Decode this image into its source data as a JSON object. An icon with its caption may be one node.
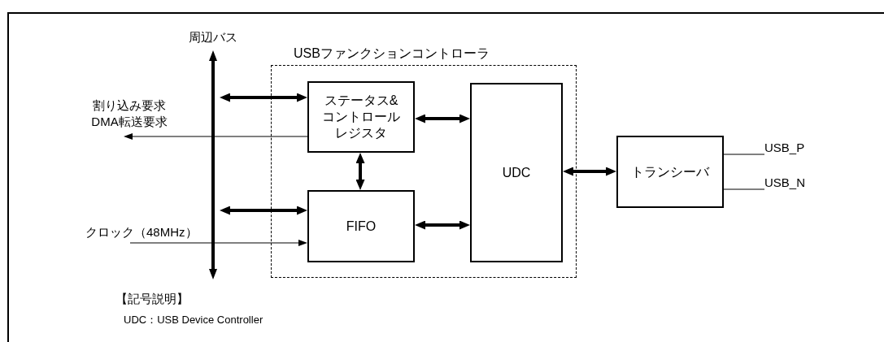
{
  "diagram": {
    "nodes": [
      {
        "text": [
          "周辺バス"
        ]
      },
      {
        "text": [
          "USBファンクションコントローラ"
        ]
      },
      {
        "text": [
          "ステータス&コントロールレジスタ"
        ],
        "in": 1
      },
      {
        "text": [
          "FIFO"
        ],
        "in": 1
      },
      {
        "text": [
          "UDC"
        ],
        "in": 1
      },
      {
        "text": [
          "トランシーバ"
        ]
      }
    ],
    "edges": [
      {
        "from": 0,
        "to": 2,
        "arrow": "both"
      },
      {
        "from": 2,
        "to": null,
        "arrow": "to",
        "label": "割り込み要求DMA転送要求"
      },
      {
        "from": 0,
        "to": 3,
        "arrow": "both"
      },
      {
        "from": null,
        "to": 3,
        "arrow": "to",
        "label": "クロック（48MHz）"
      },
      {
        "from": 2,
        "to": 3,
        "arrow": "both"
      },
      {
        "from": 2,
        "to": 4,
        "arrow": "both"
      },
      {
        "from": 3,
        "to": 4,
        "arrow": "both"
      },
      {
        "from": 4,
        "to": 5,
        "arrow": "both"
      },
      {
        "from": 5,
        "to": null,
        "arrow": "none",
        "label": "USB_P"
      },
      {
        "from": 5,
        "to": null,
        "arrow": "none",
        "label": "USB_N"
      }
    ],
    "labels": [
      "【記号説明】",
      "UDC：USB Device Controller"
    ]
  }
}
